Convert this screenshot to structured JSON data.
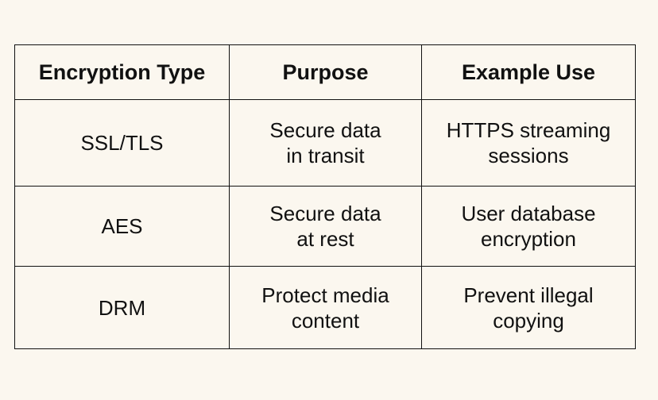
{
  "table": {
    "headers": [
      "Encryption Type",
      "Purpose",
      "Example Use"
    ],
    "rows": [
      [
        "SSL/TLS",
        "Secure data\nin transit",
        "HTTPS streaming\nsessions"
      ],
      [
        "AES",
        "Secure data\nat rest",
        "User database\nencryption"
      ],
      [
        "DRM",
        "Protect media\ncontent",
        "Prevent illegal\ncopying"
      ]
    ]
  }
}
